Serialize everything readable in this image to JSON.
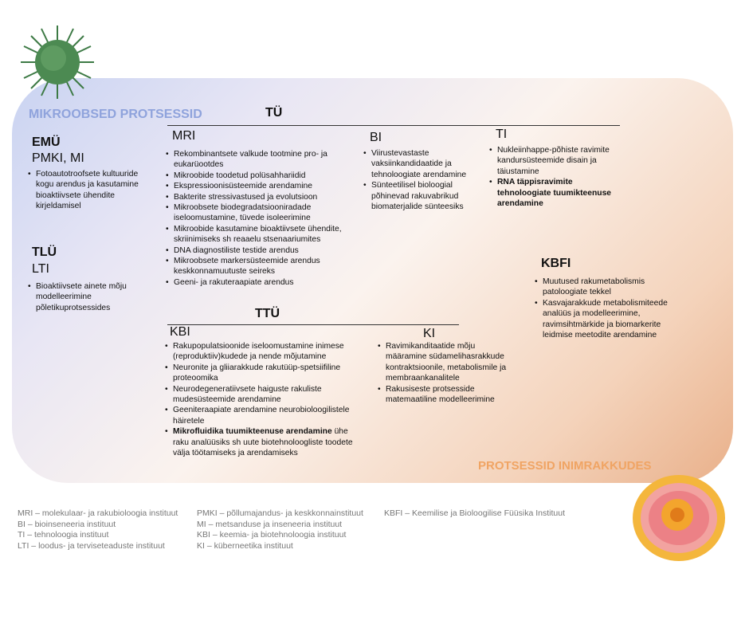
{
  "labels": {
    "microbial": "MIKROOBSED PROTSESSID",
    "human": "PROTSESSID INIMRAKKUDES"
  },
  "colors": {
    "microbial": "#8fa3dc",
    "human": "#f0a463"
  },
  "emu": {
    "title": "EMÜ",
    "inst": "PMKI, MI",
    "items": [
      "Fotoautotroofsete kultuuride kogu arendus ja kasutamine bioaktiivsete ühendite kirjeldamisel"
    ]
  },
  "tlu": {
    "title": "TLÜ",
    "inst": "LTI",
    "items": [
      "Bioaktiivsete ainete mõju modelleerimine põletikuprotsessides"
    ]
  },
  "tu": {
    "title": "TÜ",
    "mri": {
      "inst": "MRI",
      "items": [
        "Rekombinantsete valkude tootmine pro- ja eukarüootdes",
        "Mikroobide toodetud polüsahhariidid",
        "Ekspressioonisüsteemide arendamine",
        "Bakterite stressivastused ja evolutsioon",
        "Mikroobsete biodegradatsiooniradade iseloomustamine, tüvede isoleerimine",
        "Mikroobide kasutamine bioaktiivsete ühendite, skriinimiseks sh reaaelu stsenaariumites",
        "DNA diagnostiliste testide arendus",
        "Mikroobsete markersüsteemide arendus keskkonnamuutuste seireks",
        "Geeni- ja rakuteraapiate arendus"
      ]
    },
    "bi": {
      "inst": "BI",
      "items": [
        "Viirustevastaste vaksiinkandidaatide ja tehnoloogiate arendamine",
        "Sünteetilisel bioloogial põhinevad rakuvabrikud biomaterjalide sünteesiks"
      ]
    },
    "ti": {
      "inst": "TI",
      "items": [
        "Nukleiinhappe-põhiste ravimite kandursüsteemide disain ja täiustamine"
      ],
      "bold_item": "RNA täppisravimite tehnoloogiate tuumikteenuse arendamine"
    }
  },
  "ttu": {
    "title": "TTÜ",
    "kbi": {
      "inst": "KBI",
      "items": [
        "Rakupopulatsioonide iseloomustamine inimese (reproduktiiv)kudede ja nende mõjutamine",
        "Neuronite ja gliiarakkude rakutüüp-spetsiifiline proteoomika",
        "Neurodegeneratiivsete haiguste rakuliste mudesüsteemide arendamine",
        "Geeniteraapiate arendamine neurobioloogilistele häiretele"
      ],
      "bold_item": {
        "bold": "Mikrofluidika tuumikteenuse arendamine",
        "rest": " ühe raku analüüsiks sh uute biotehnoloogliste toodete välja töötamiseks ja arendamiseks"
      }
    },
    "ki": {
      "inst": "KI",
      "items": [
        "Ravimikanditaatide mõju määramine südamelihasrakkude kontraktsioonile, metabolismile ja membraankanalitele",
        "Rakusiseste protsesside matemaatiline modelleerimine"
      ]
    }
  },
  "kbfi": {
    "title": "KBFI",
    "items": [
      "Muutused rakumetabolismis patoloogiate tekkel",
      "Kasvajarakkude metabolismiteede analüüs ja modelleerimine, ravimsihtmärkide ja biomarkerite leidmise meetodite arendamine"
    ]
  },
  "legend": {
    "col1": [
      "MRI – molekulaar- ja rakubioloogia instituut",
      "BI – bioinseneeria instituut",
      "TI – tehnoloogia instituut",
      "LTI – loodus- ja terviseteaduste instituut"
    ],
    "col2": [
      "PMKI – põllumajandus- ja keskkonnainstituut",
      "MI – metsanduse ja inseneeria instituut",
      "KBI – keemia- ja biotehnoloogia instituut",
      "KI – küberneetika instituut"
    ],
    "col3": [
      "KBFI – Keemilise ja Bioloogilise Füüsika Instituut"
    ]
  }
}
